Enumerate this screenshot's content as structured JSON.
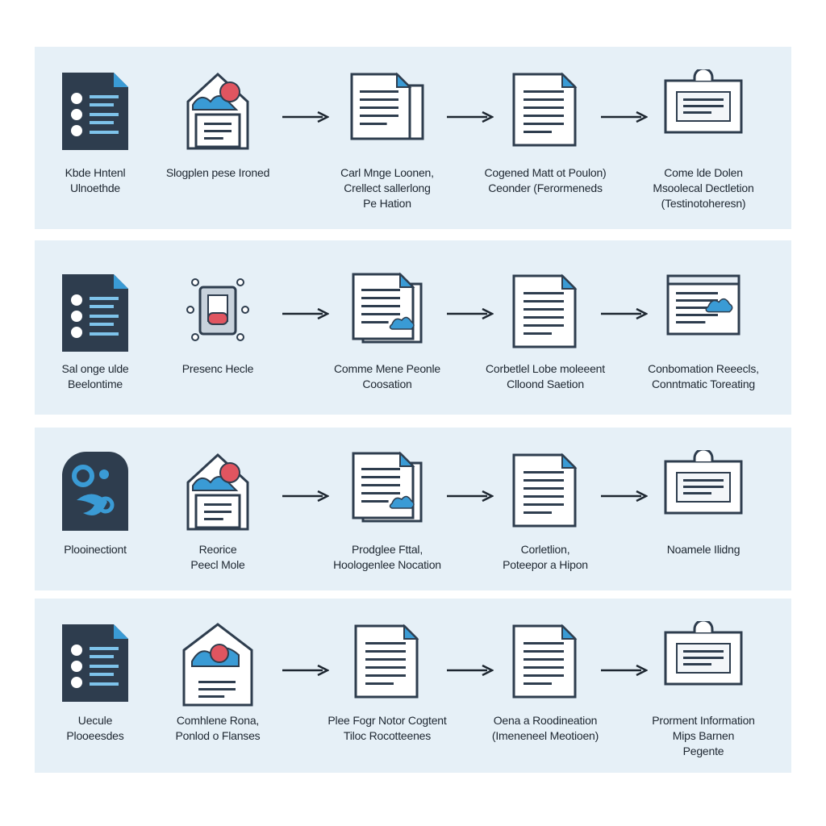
{
  "colors": {
    "background": "#ffffff",
    "band": "#e6f0f7",
    "navy": "#2e3d4e",
    "accent_blue": "#3a9bd5",
    "accent_red": "#e05560",
    "paper": "#ffffff",
    "text": "#1d2630"
  },
  "rows": [
    {
      "steps": [
        {
          "icon": "checklist-document-icon",
          "label": [
            "Kbde Hntenl",
            "Ulnoethde"
          ]
        },
        {
          "icon": "envelope-photo-icon",
          "label": [
            "Slogplen pese Ironed"
          ]
        },
        {
          "icon": "stacked-documents-icon",
          "label": [
            "Carl Mnge Loonen,",
            "Crellect sallerlong",
            "Pe Hation"
          ]
        },
        {
          "icon": "text-document-icon",
          "label": [
            "Cogened Matt ot Poulon)",
            "Ceonder (Ferormeneds"
          ]
        },
        {
          "icon": "id-badge-icon",
          "label": [
            "Come lde Dolen",
            "Msoolecal Dectletion",
            "(Testinotoheresn)"
          ]
        }
      ]
    },
    {
      "steps": [
        {
          "icon": "checklist-document-icon",
          "label": [
            "Sal onge ulde",
            "Beelontime"
          ]
        },
        {
          "icon": "device-icon",
          "label": [
            "Presenc Hecle"
          ]
        },
        {
          "icon": "document-cloud-icon",
          "label": [
            "Comme Mene Peonle",
            "Coosation"
          ]
        },
        {
          "icon": "text-document-icon",
          "label": [
            "Corbetlel Lobe moleeent",
            "Clloond Saetion"
          ]
        },
        {
          "icon": "browser-cloud-icon",
          "label": [
            "Conbomation Reeecls,",
            "Conntmatic Toreating"
          ]
        }
      ]
    },
    {
      "steps": [
        {
          "icon": "profile-icons-icon",
          "label": [
            "Plooinectiont"
          ]
        },
        {
          "icon": "envelope-photo-icon",
          "label": [
            "Reorice",
            "Peecl Mole"
          ]
        },
        {
          "icon": "document-cloud-icon",
          "label": [
            "Prodglee Fttal,",
            "Hoologenlee Nocation"
          ]
        },
        {
          "icon": "text-document-icon",
          "label": [
            "Corletlion,",
            "Poteepor a Hipon"
          ]
        },
        {
          "icon": "id-badge-icon",
          "label": [
            "Noamele Ilidng"
          ]
        }
      ]
    },
    {
      "steps": [
        {
          "icon": "checklist-document-icon",
          "label": [
            "Uecule",
            "Plooeesdes"
          ]
        },
        {
          "icon": "house-photo-icon",
          "label": [
            "Comhlene Rona,",
            "Ponlod o Flanses"
          ]
        },
        {
          "icon": "text-document-icon",
          "label": [
            "Plee Fogr Notor Cogtent",
            "Tiloc Rocotteenes"
          ]
        },
        {
          "icon": "text-document-icon",
          "label": [
            "Oena a Roodineation",
            "(Imeneneel Meotioen)"
          ]
        },
        {
          "icon": "id-badge-icon",
          "label": [
            "Prorment Information",
            "Mips Barnen",
            "Pegente"
          ]
        }
      ]
    }
  ]
}
